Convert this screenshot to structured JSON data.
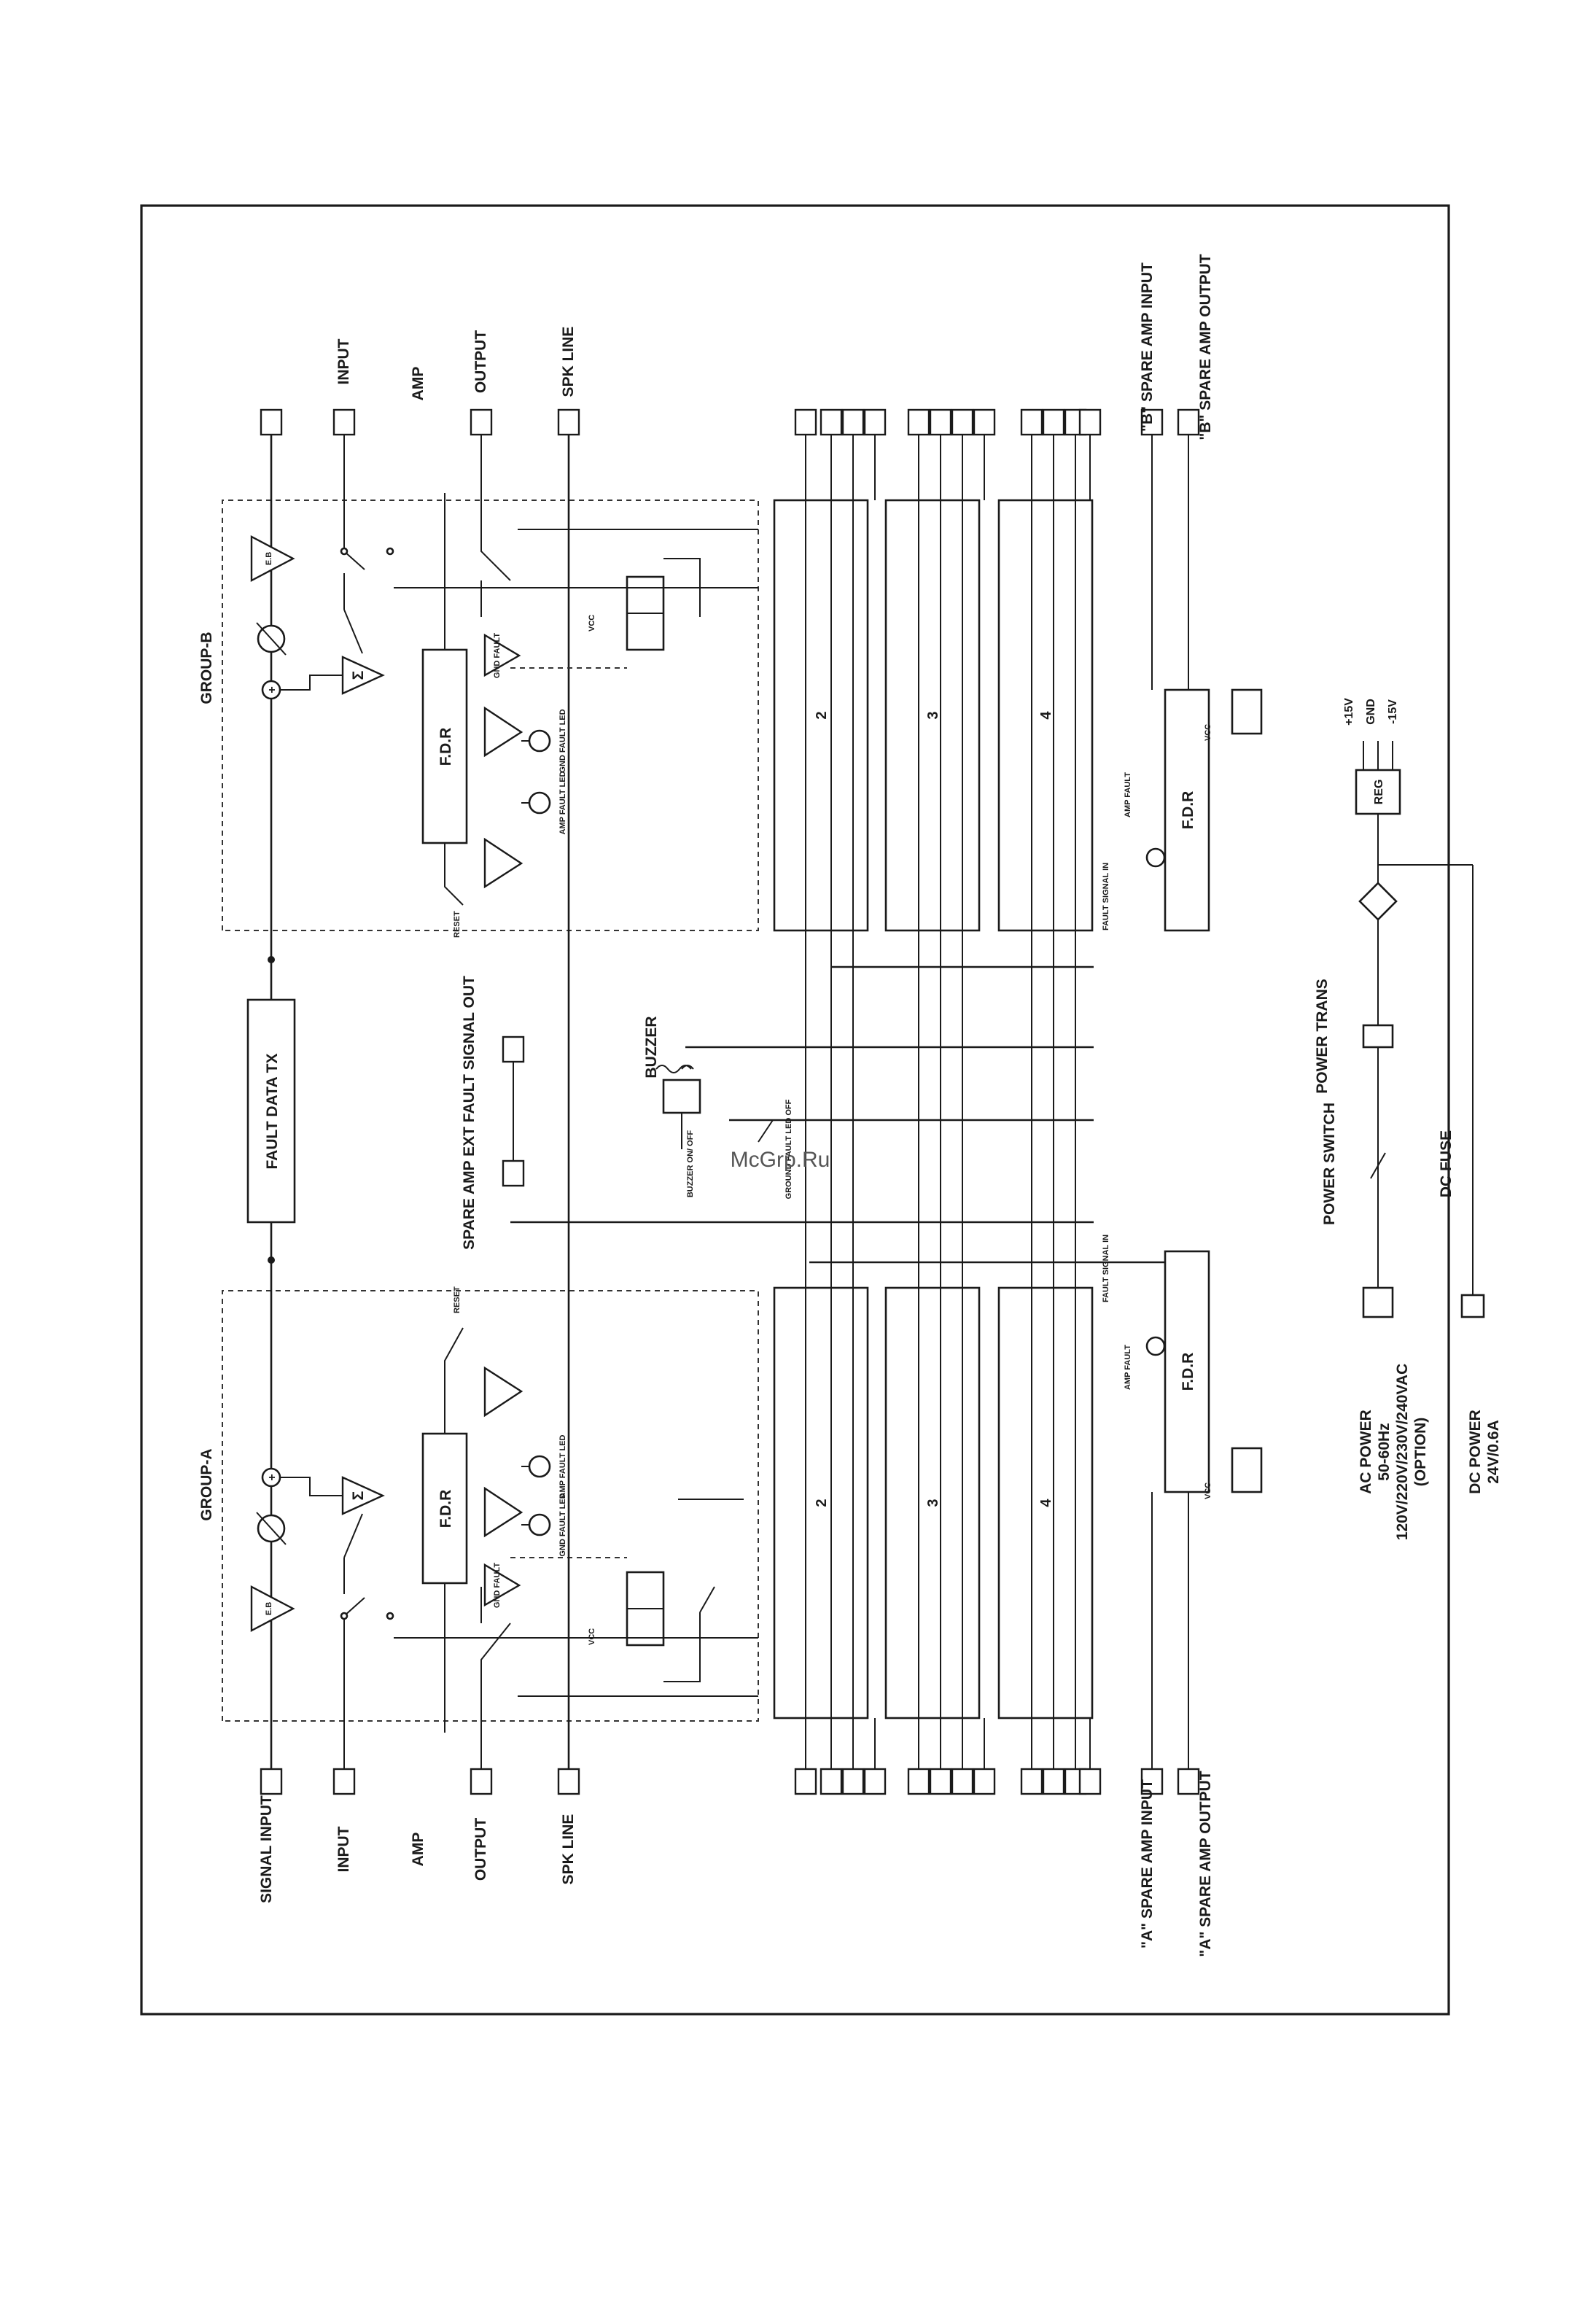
{
  "group_b": {
    "title": "GROUP-B",
    "eb": "E.B",
    "fdr": "F.D.R",
    "reset": "RESET",
    "vcc": "VCC",
    "gnd_fault": "GND FAULT",
    "gnd_fault_led": "GND FAULT LED",
    "amp_fault_led": "AMP FAULT LED"
  },
  "group_a": {
    "title": "GROUP-A",
    "eb": "E.B",
    "fdr": "F.D.R",
    "reset": "RESET",
    "vcc": "VCC",
    "gnd_fault": "GND FAULT",
    "gnd_fault_led": "GND FAULT LED",
    "amp_fault_led": "AMP FAULT LED"
  },
  "top_terminals": {
    "input": "INPUT",
    "amp": "AMP",
    "output": "OUTPUT",
    "spk_line": "SPK LINE"
  },
  "bottom_terminals": {
    "signal_input": "SIGNAL INPUT",
    "input": "INPUT",
    "amp": "AMP",
    "output": "OUTPUT",
    "spk_line": "SPK LINE"
  },
  "channel_blocks": [
    "2",
    "3",
    "4"
  ],
  "fault_data_tx": "FAULT DATA TX",
  "spare_amp_ext": "SPARE AMP EXT FAULT SIGNAL OUT",
  "buzzer": {
    "label": "BUZZER",
    "switch": "BUZZER ON/ OFF",
    "gnd_led_off": "GROUND FAULT LED OFF"
  },
  "spare_b": {
    "fdr": "F.D.R",
    "vcc": "VCC",
    "fault_signal_in": "FAULT SIGNAL IN",
    "amp_fault": "AMP FAULT",
    "input": "\"B\" SPARE AMP INPUT",
    "output": "\"B\" SPARE AMP OUTPUT"
  },
  "spare_a": {
    "fdr": "F.D.R",
    "vcc": "VCC",
    "fault_signal_in": "FAULT SIGNAL IN",
    "amp_fault": "AMP FAULT",
    "input": "\"A\" SPARE AMP INPUT",
    "output": "\"A\" SPARE AMP OUTPUT"
  },
  "power": {
    "reg": "REG",
    "plus15": "+15V",
    "gnd": "GND",
    "minus15": "-15V",
    "trans": "POWER TRANS",
    "switch": "POWER SWITCH",
    "dc_fuse": "DC FUSE",
    "ac_power": "AC POWER",
    "ac_freq": "50-60Hz",
    "ac_volts": "120V/220V/230V/240VAC",
    "ac_option": "(OPTION)",
    "dc_power": "DC POWER",
    "dc_rating": "24V/0.6A"
  },
  "watermark": "McGrp.Ru"
}
